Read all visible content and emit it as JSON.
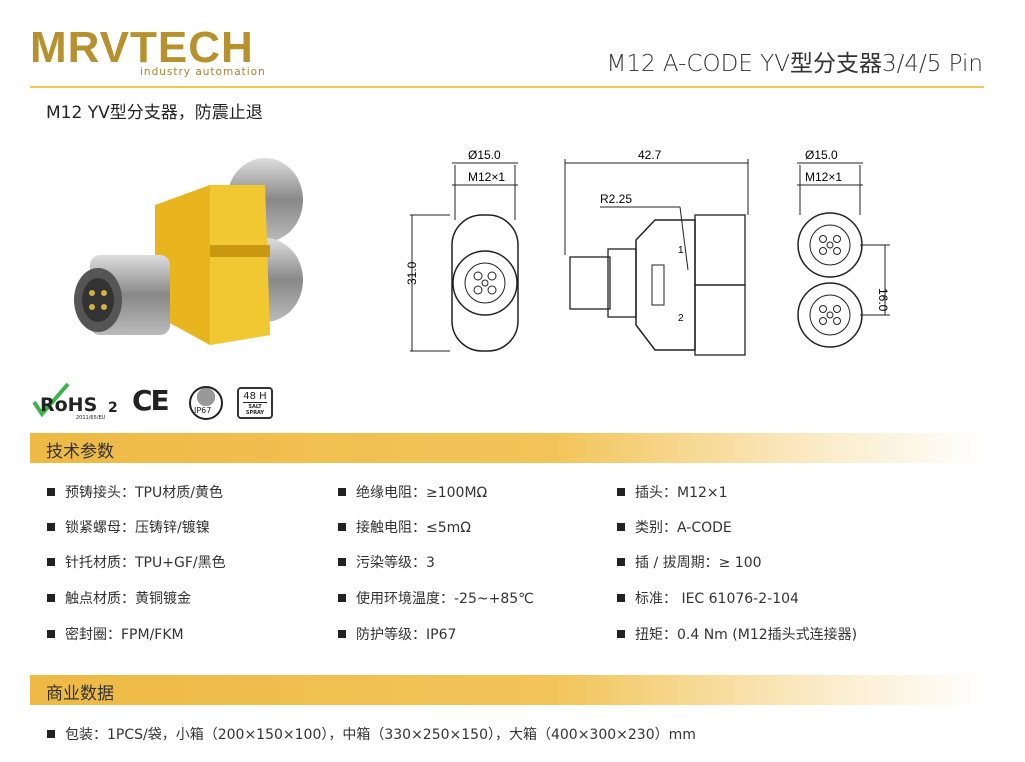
{
  "brand": {
    "name": "MRVTECH",
    "tagline": "industry automation"
  },
  "header": {
    "title": "M12 A-CODE YV型分支器3/4/5 Pin"
  },
  "subtitle": "M12 YV型分支器，防震止退",
  "drawings": {
    "front": {
      "dia": "Ø15.0",
      "thread": "M12×1",
      "height": "31.0"
    },
    "side": {
      "length": "42.7",
      "radius": "R2.25",
      "port1": "1",
      "port2": "2"
    },
    "right": {
      "dia": "Ø15.0",
      "thread": "M12×1",
      "pitch": "16.0"
    }
  },
  "certs": {
    "rohs": "RoHS",
    "rohs_sub": "2",
    "rohs_note": "2011/65/EU",
    "ce": "CE",
    "ip": "IP67",
    "salt_top": "48 H",
    "salt_bottom": "SALT SPRAY"
  },
  "sections": {
    "tech": "技术参数",
    "business": "商业数据"
  },
  "specs": [
    [
      "预铸接头：TPU材质/黄色",
      "绝缘电阻：≥100MΩ",
      "插头：M12×1"
    ],
    [
      "锁紧螺母：压铸锌/镀镍",
      "接触电阻：≤5mΩ",
      "类别：A-CODE"
    ],
    [
      "针托材质：TPU+GF/黑色",
      "污染等级：3",
      "插 / 拔周期：≥ 100"
    ],
    [
      "触点材质：黄铜镀金",
      "使用环境温度：-25~+85℃",
      "标准：  IEC 61076-2-104"
    ],
    [
      "密封圈：FPM/FKM",
      "防护等级：IP67",
      "扭矩：0.4 Nm (M12插头式连接器)"
    ]
  ],
  "business": [
    "包装：1PCS/袋，小箱（200×150×100），中箱（330×250×150），大箱（400×300×230）mm"
  ],
  "colors": {
    "gold": "#b8912f",
    "accent": "#f2c94c",
    "yellow": "#f0c21a"
  }
}
